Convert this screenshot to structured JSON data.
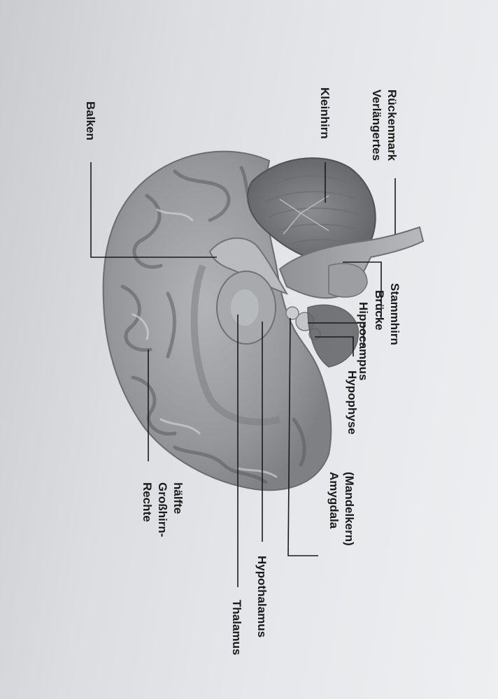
{
  "labels": {
    "balken": "Balken",
    "kleinhirn": "Kleinhirn",
    "verlaengertes_line1": "Verlängertes",
    "verlaengertes_line2": "Rückenmark",
    "bruecke": "Brücke",
    "stammhirn": "Stammhirn",
    "hippocampus": "Hippocampus",
    "hypophyse": "Hypophyse",
    "amygdala_line1": "Amygdala",
    "amygdala_line2": "(Mandelkern)",
    "hypothalamus": "Hypothalamus",
    "thalamus": "Thalamus",
    "grosshirn_line1": "Rechte",
    "grosshirn_line2": "Großhirn-",
    "grosshirn_line3": "hälfte"
  },
  "colors": {
    "cortex": "#9a9c9f",
    "cortex_dark": "#6e7073",
    "cerebellum": "#707275",
    "brainstem": "#a3a5a8",
    "label": "#1a1a1a"
  }
}
